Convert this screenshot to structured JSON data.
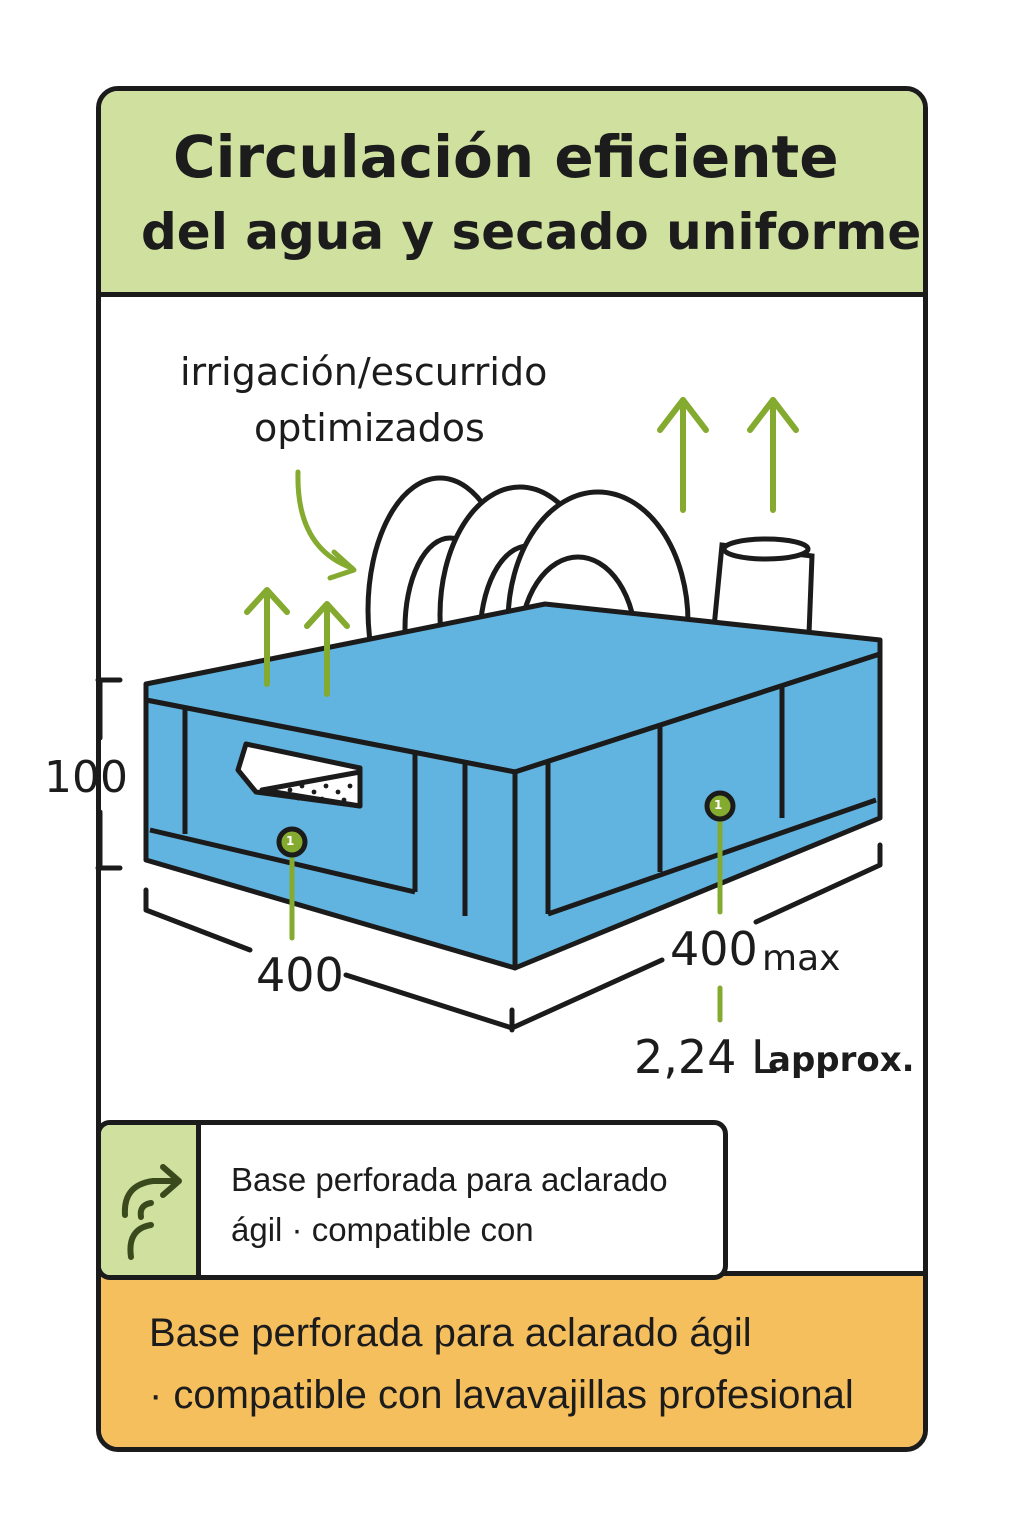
{
  "header": {
    "title_line1": "Circulación eficiente",
    "title_line2": "del agua y secado uniforme"
  },
  "illustration": {
    "callout_line1": "irrigación/escurrido",
    "callout_line2": "optimizados",
    "dim_height": "100",
    "dim_width": "400",
    "dim_length": "400",
    "dim_length_suffix": "max",
    "volume": "2,24 L",
    "volume_suffix": "approx.",
    "marker_label": "1"
  },
  "note": {
    "icon": "curved-arrow-icon",
    "line1": "Base perforada para aclarado",
    "line2": "ágil · compatible con"
  },
  "footer": {
    "line1": "Base perforada para aclarado ágil",
    "line2": "· compatible con lavavajillas profesional"
  },
  "colors": {
    "header_green": "#cfe09f",
    "crate_blue": "#62b4e0",
    "arrow_green": "#84aa2f",
    "footer_orange": "#f6bf5e",
    "outline": "#1b1b1b"
  }
}
